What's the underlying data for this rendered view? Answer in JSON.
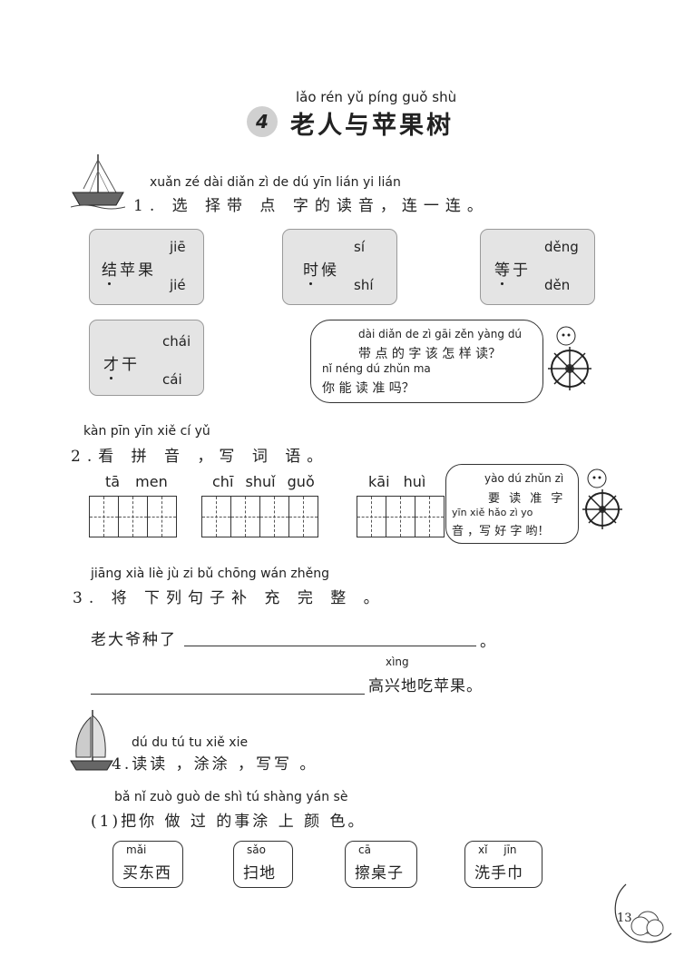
{
  "lesson": {
    "pinyin": "lǎo rén yǔ píng guǒ shù",
    "number": "4",
    "title": "老人与苹果树"
  },
  "q1": {
    "pinyin": "xuǎn zé dài diǎn zì de dú yīn lián yi lián",
    "prompt": "1. 选 择带 点 字的读音，连一连。",
    "boxes": [
      {
        "word": "结苹果",
        "opt1": "jiē",
        "opt2": "jié"
      },
      {
        "word": "时候",
        "opt1": "sí",
        "opt2": "shí"
      },
      {
        "word": "等于",
        "opt1": "děng",
        "opt2": "děn"
      },
      {
        "word": "才干",
        "opt1": "chái",
        "opt2": "cái"
      }
    ],
    "bubble": {
      "py1": "dài diǎn de zì gāi zěn yàng dú",
      "cn1": "带 点 的 字 该 怎 样 读？",
      "py2": "nǐ néng dú zhǔn ma",
      "cn2": "你 能 读 准 吗？"
    }
  },
  "q2": {
    "pinyin": "kàn pīn yīn xiě cí yǔ",
    "prompt": "2.看 拼 音 ，写 词 语。",
    "words": [
      {
        "py_a": "tā",
        "py_b": "men"
      },
      {
        "py_a": "chī",
        "py_b": "shuǐ",
        "py_c": "guǒ"
      },
      {
        "py_a": "kāi",
        "py_b": "huì"
      }
    ],
    "bubble": {
      "py1": "yào dú zhǔn zì",
      "cn1": "要 读 准 字",
      "py2": "yīn xiě hǎo zì yo",
      "cn2": "音 ，写 好 字 哟！"
    }
  },
  "q3": {
    "pinyin": "jiāng xià liè jù zi bǔ chōng wán zhěng",
    "prompt": "3. 将 下列句子补 充 完 整 。",
    "s1_start": "老大爷种了",
    "s1_end": "。",
    "s2_py": "xìng",
    "s2_end": "高兴地吃苹果。"
  },
  "q4": {
    "pinyin": "dú du tú tu xiě xie",
    "prompt": "4.读读 ，涂涂 ，写写 。",
    "sub_pinyin": "bǎ nǐ zuò guò de shì tú shàng yán sè",
    "sub_prompt": "(1)把你 做 过 的事涂 上 颜 色。",
    "items": [
      {
        "py": "mǎi",
        "cn": "买东西"
      },
      {
        "py": "sǎo",
        "cn": "扫地"
      },
      {
        "py": "cā",
        "cn": "擦桌子"
      },
      {
        "py": "xǐ jīn",
        "cn": "洗手巾"
      }
    ]
  },
  "page_number": "13"
}
